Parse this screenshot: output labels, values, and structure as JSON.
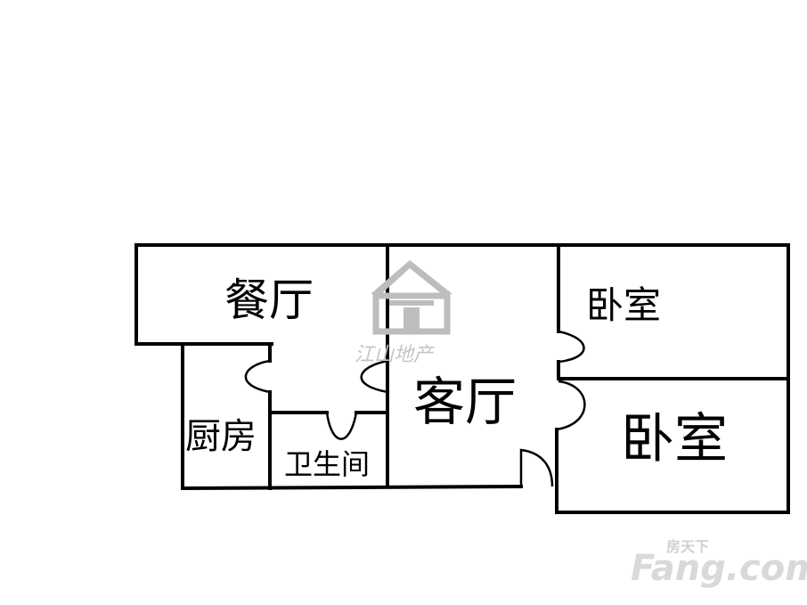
{
  "rooms": {
    "dining": "餐厅",
    "kitchen": "厨房",
    "bathroom": "卫生间",
    "living": "客厅",
    "bedroom_top": "卧室",
    "bedroom_bottom": "卧室"
  },
  "watermark": {
    "agency": "江山地产",
    "site_small": "房天下",
    "site_logo": "Fang.com"
  },
  "colors": {
    "wall": "#000000",
    "watermark": "#c4c4c4"
  }
}
